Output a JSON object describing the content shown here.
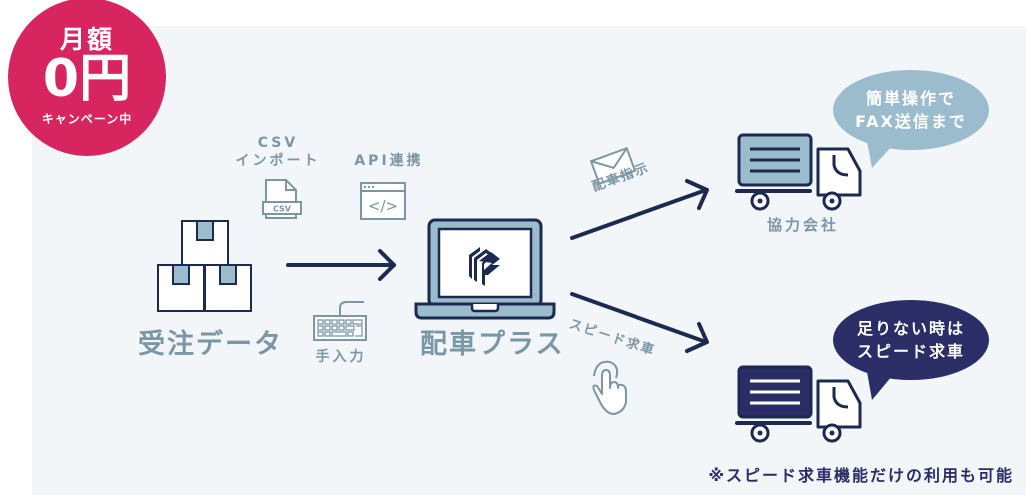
{
  "badge": {
    "line1": "月額",
    "line2": "0円",
    "line3": "キャンペーン中",
    "color": "#d7265f"
  },
  "inputs": {
    "csv_label_line1": "CSV",
    "csv_label_line2": "インポート",
    "csv_icon_text": "CSV",
    "api_label": "API連携",
    "api_icon_text": "</>",
    "manual_label": "手入力"
  },
  "source": {
    "label": "受注データ",
    "icon": "boxes-icon"
  },
  "center": {
    "label": "配車プラス",
    "icon": "laptop-logo-icon"
  },
  "routes": {
    "upper_label": "配車指示",
    "upper_icon": "envelope-icon",
    "lower_label": "スピード求車",
    "lower_icon": "tap-hand-icon"
  },
  "partners": {
    "upper_truck_label": "協力会社",
    "upper_bubble_line1": "簡単操作で",
    "upper_bubble_line2": "FAX送信まで",
    "lower_bubble_line1": "足りない時は",
    "lower_bubble_line2": "スピード求車"
  },
  "footnote": "※スピード求車機能だけの利用も可能",
  "colors": {
    "navy": "#1b2a4e",
    "slate": "#7b97a6",
    "light_blue": "#9bbccd",
    "dark_bubble": "#2a2d66",
    "panel_bg": "#f2f6f9"
  }
}
